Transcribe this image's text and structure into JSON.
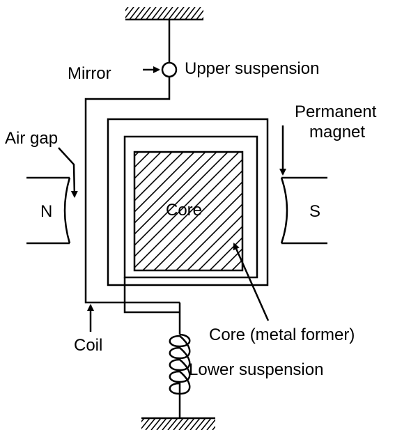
{
  "labels": {
    "mirror": "Mirror",
    "upper_suspension": "Upper suspension",
    "permanent_magnet_line1": "Permanent",
    "permanent_magnet_line2": "magnet",
    "air_gap": "Air gap",
    "north_pole": "N",
    "south_pole": "S",
    "core": "Core",
    "core_metal_former": "Core (metal former)",
    "coil": "Coil",
    "lower_suspension": "Lower suspension"
  },
  "colors": {
    "line": "#000000",
    "background": "#ffffff"
  }
}
